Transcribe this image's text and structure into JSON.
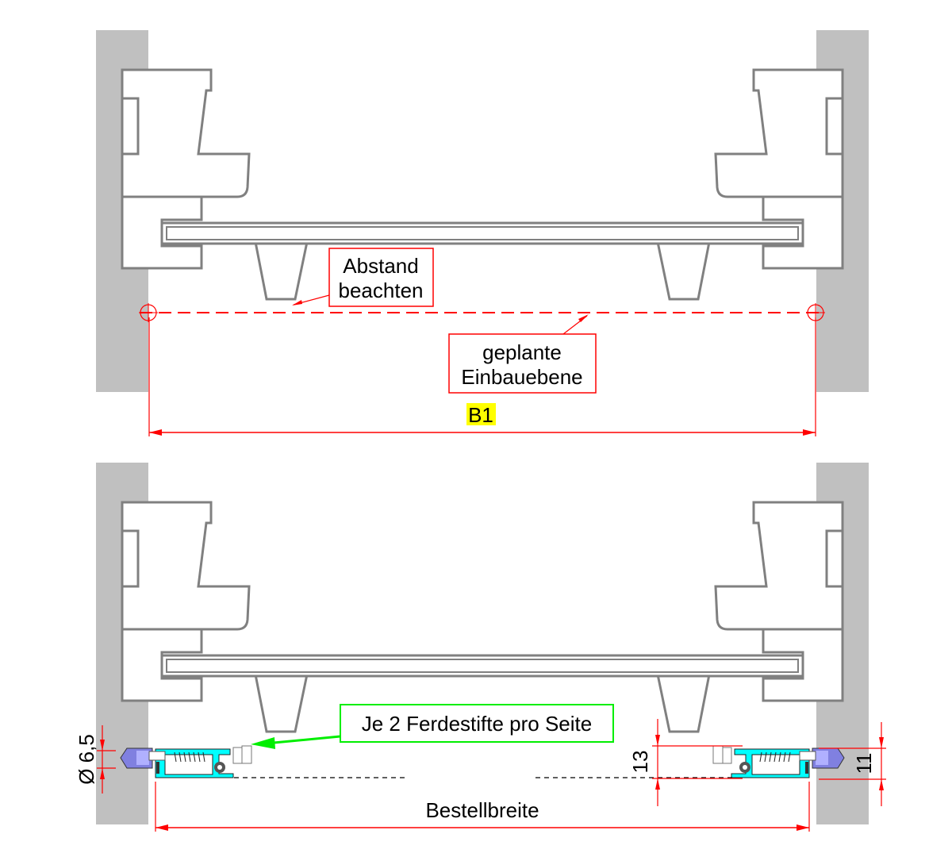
{
  "top_view": {
    "note_distance": [
      "Abstand",
      "beachten"
    ],
    "note_plane": [
      "geplante",
      "Einbauebene"
    ],
    "dimension_label": "B1"
  },
  "bottom_view": {
    "note_pins": "Je 2 Ferdestifte pro Seite",
    "dimension_label": "Bestellbreite",
    "diameter_label": "Ø 6,5",
    "dim_left_height": "13",
    "dim_right_height": "11"
  },
  "colors": {
    "wall": "#c0c0c0",
    "profile": "#808080",
    "dimension": "#ff0000",
    "highlight": "#ffff00",
    "note_green": "#00ee00",
    "frame_cyan": "#00ffff",
    "pin_blue": "#8080e0"
  }
}
